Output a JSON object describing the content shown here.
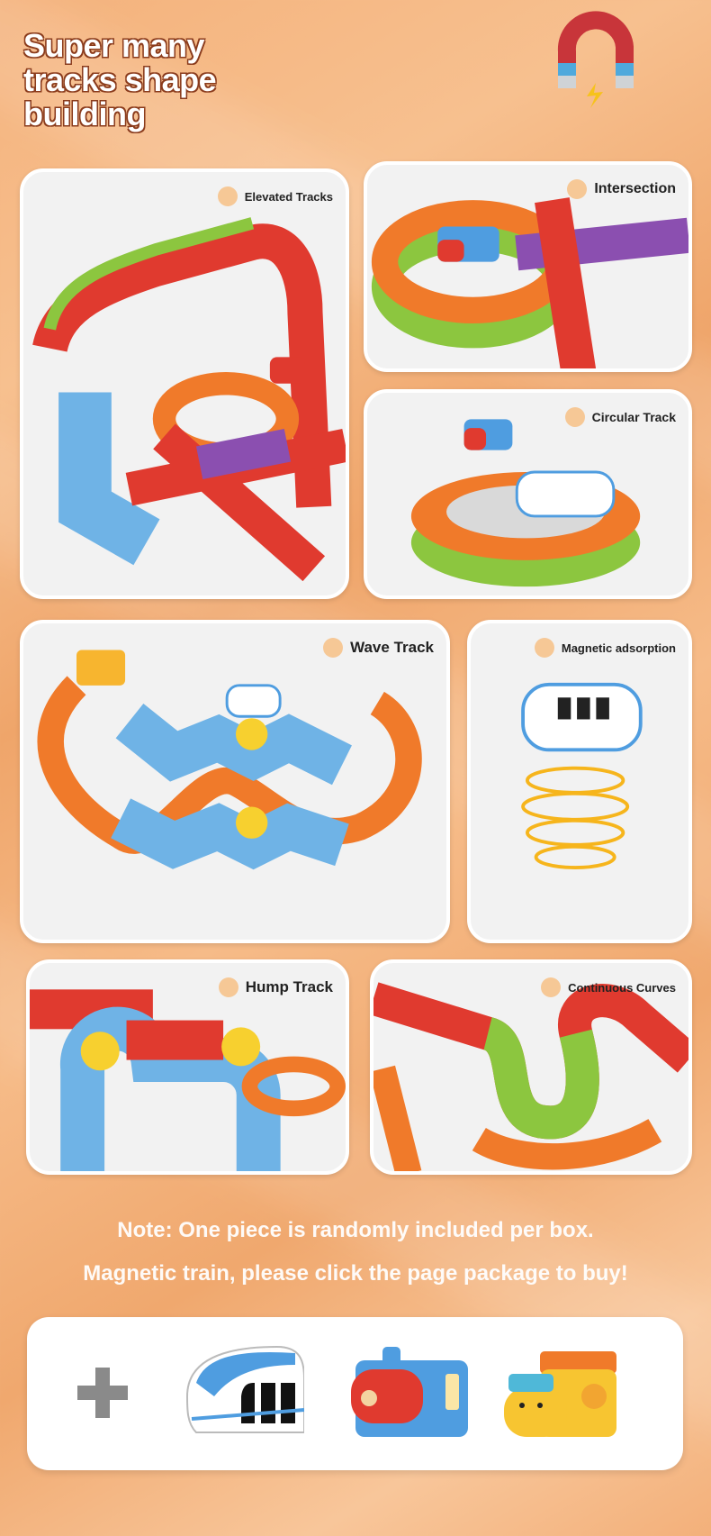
{
  "header": {
    "title_lines": [
      "Super many",
      "tracks shape",
      "building"
    ],
    "icon": "magnet-icon"
  },
  "panels": {
    "elevated": {
      "label": "Elevated Tracks"
    },
    "intersection": {
      "label": "Intersection"
    },
    "circular": {
      "label": "Circular Track"
    },
    "wave": {
      "label": "Wave Track"
    },
    "magnetic": {
      "label": "Magnetic adsorption"
    },
    "hump": {
      "label": "Hump Track"
    },
    "continuous": {
      "label": "Continuous Curves"
    }
  },
  "notes": {
    "line1": "Note: One piece is randomly included per box.",
    "line2": "Magnetic train, please click the page package to buy!"
  },
  "trains": {
    "plus_icon": "plus-icon",
    "items": [
      "bullet-train",
      "steam-train-2",
      "yellow-lion-train"
    ]
  },
  "colors": {
    "orange": "#f07a2a",
    "green": "#8cc63f",
    "red": "#e03a2f",
    "blue": "#6fb3e6",
    "yellow": "#f7d02f",
    "purple": "#8b4fb0"
  }
}
